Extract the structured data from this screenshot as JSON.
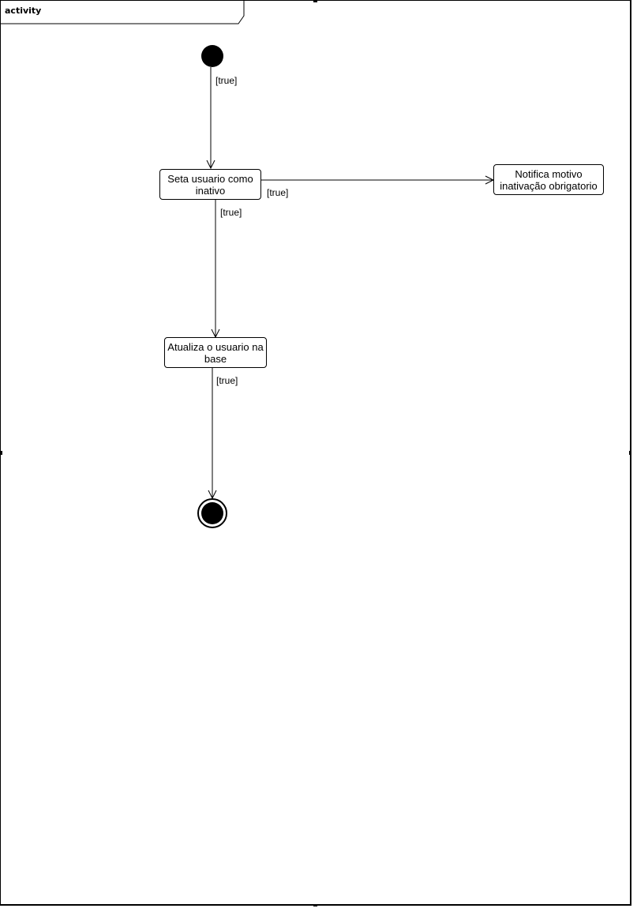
{
  "frame": {
    "label": "activity"
  },
  "nodes": {
    "initial": {
      "kind": "initial-node"
    },
    "set_inactive": {
      "text": "Seta usuario como inativo"
    },
    "notify": {
      "text": "Notifica motivo inativação obrigatorio"
    },
    "update_db": {
      "text": "Atualiza o usuario na base"
    },
    "final": {
      "kind": "final-node"
    }
  },
  "flows": [
    {
      "from": "initial",
      "to": "set_inactive",
      "guard": "[true]"
    },
    {
      "from": "set_inactive",
      "to": "notify",
      "guard": "[true]"
    },
    {
      "from": "set_inactive",
      "to": "update_db",
      "guard": "[true]"
    },
    {
      "from": "update_db",
      "to": "final",
      "guard": "[true]"
    }
  ]
}
